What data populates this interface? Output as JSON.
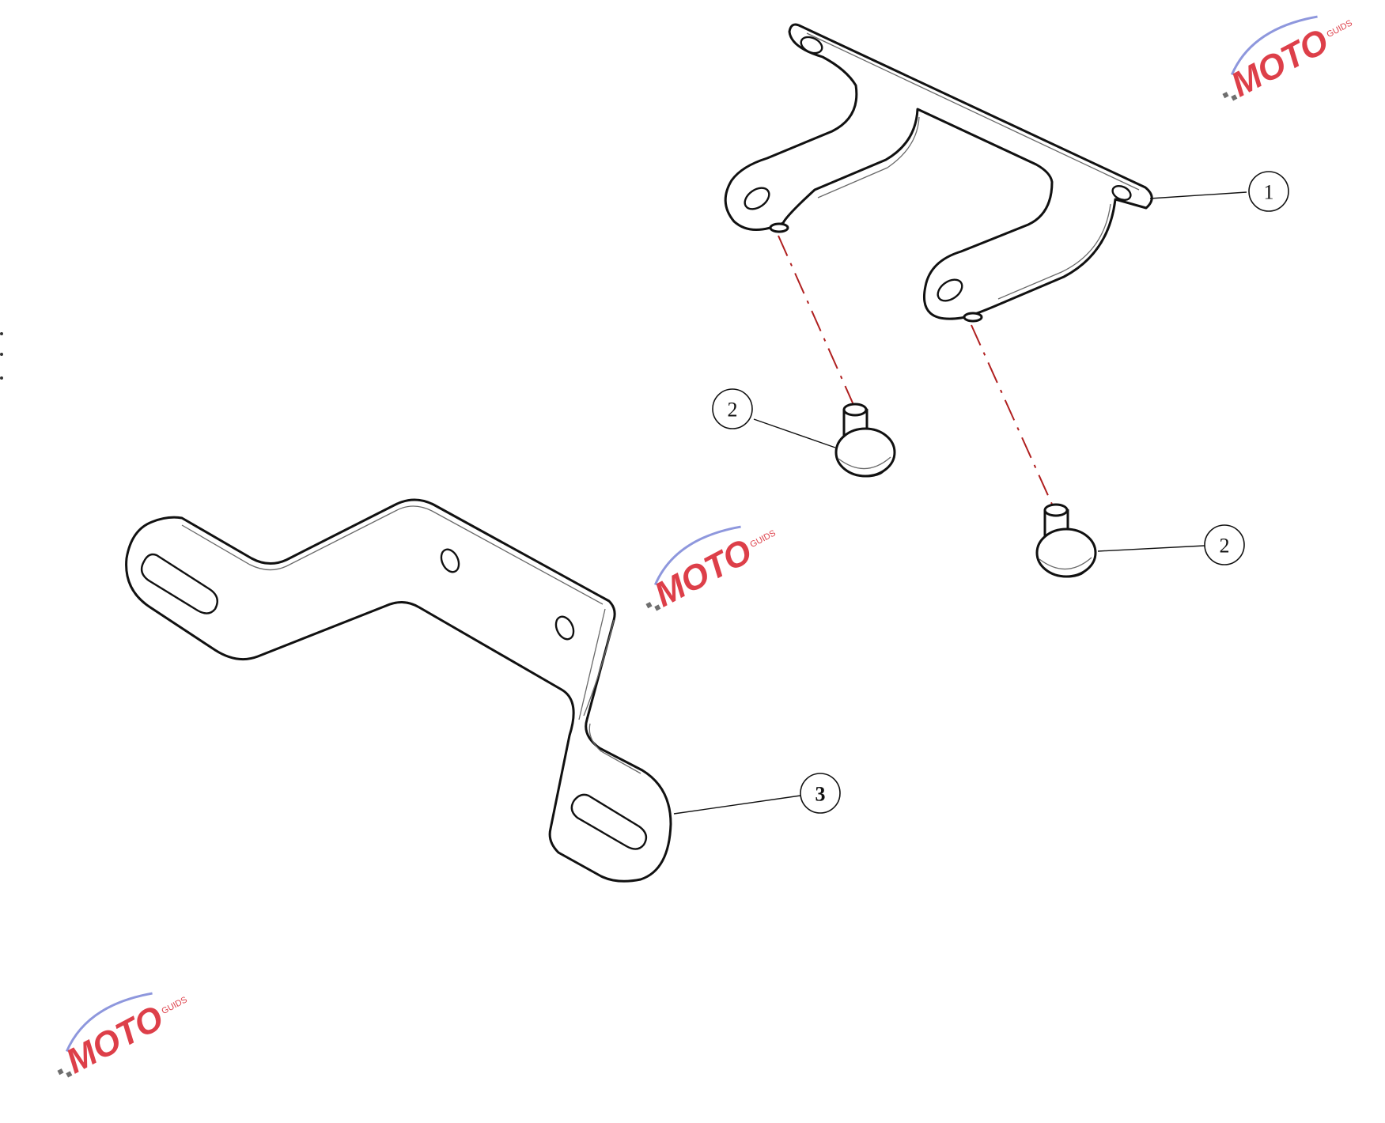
{
  "diagram": {
    "callouts": [
      {
        "label": "1"
      },
      {
        "label": "2"
      },
      {
        "label": "2"
      },
      {
        "label": "3"
      }
    ]
  },
  "watermark": {
    "brand": "MOTO",
    "sub": "GUIDS"
  },
  "colors": {
    "line": "#111111",
    "axis": "#b02020",
    "watermark_red": "#d81e2a",
    "watermark_blue": "#7b86d8"
  }
}
